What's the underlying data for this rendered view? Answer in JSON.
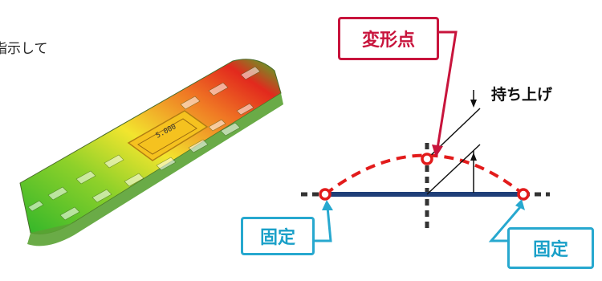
{
  "left_text": "指示して",
  "plate_label": "5.000",
  "diagram": {
    "deform_point_label": "変形点",
    "lift_label": "持ち上げ",
    "fixed_left_label": "固定",
    "fixed_right_label": "固定"
  },
  "colors": {
    "red": "#c8143c",
    "blue_callout": "#27a8cf",
    "beam": "#1f3f78",
    "deformed": "#e21b1b"
  }
}
